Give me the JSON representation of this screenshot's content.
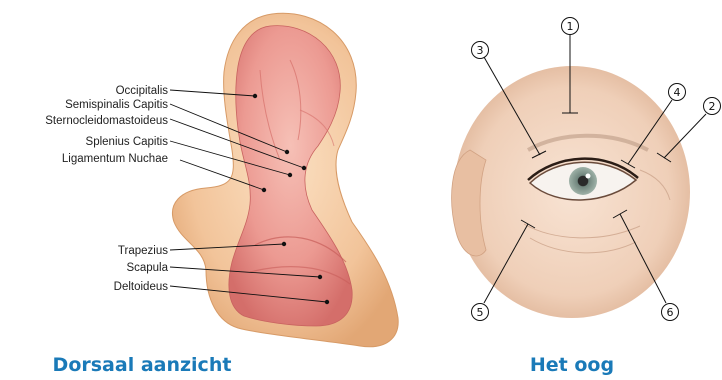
{
  "left_panel": {
    "caption": "Dorsaal aanzicht",
    "labels": {
      "occipitalis": "Occipitalis",
      "semispinalis": "Semispinalis Capitis",
      "sternocleido": "Sternocleidomastoideus",
      "splenius": "Splenius Capitis",
      "ligamentum": "Ligamentum Nuchae",
      "trapezius": "Trapezius",
      "scapula": "Scapula",
      "deltoideus": "Deltoideus"
    }
  },
  "right_panel": {
    "caption": "Het oog",
    "markers": {
      "m1": "1",
      "m2": "2",
      "m3": "3",
      "m4": "4",
      "m5": "5",
      "m6": "6"
    }
  },
  "colors": {
    "caption": "#1a7ab8",
    "muscle": "#e98a86",
    "skin": "#f2c49a",
    "iris": "#8fa29a"
  }
}
